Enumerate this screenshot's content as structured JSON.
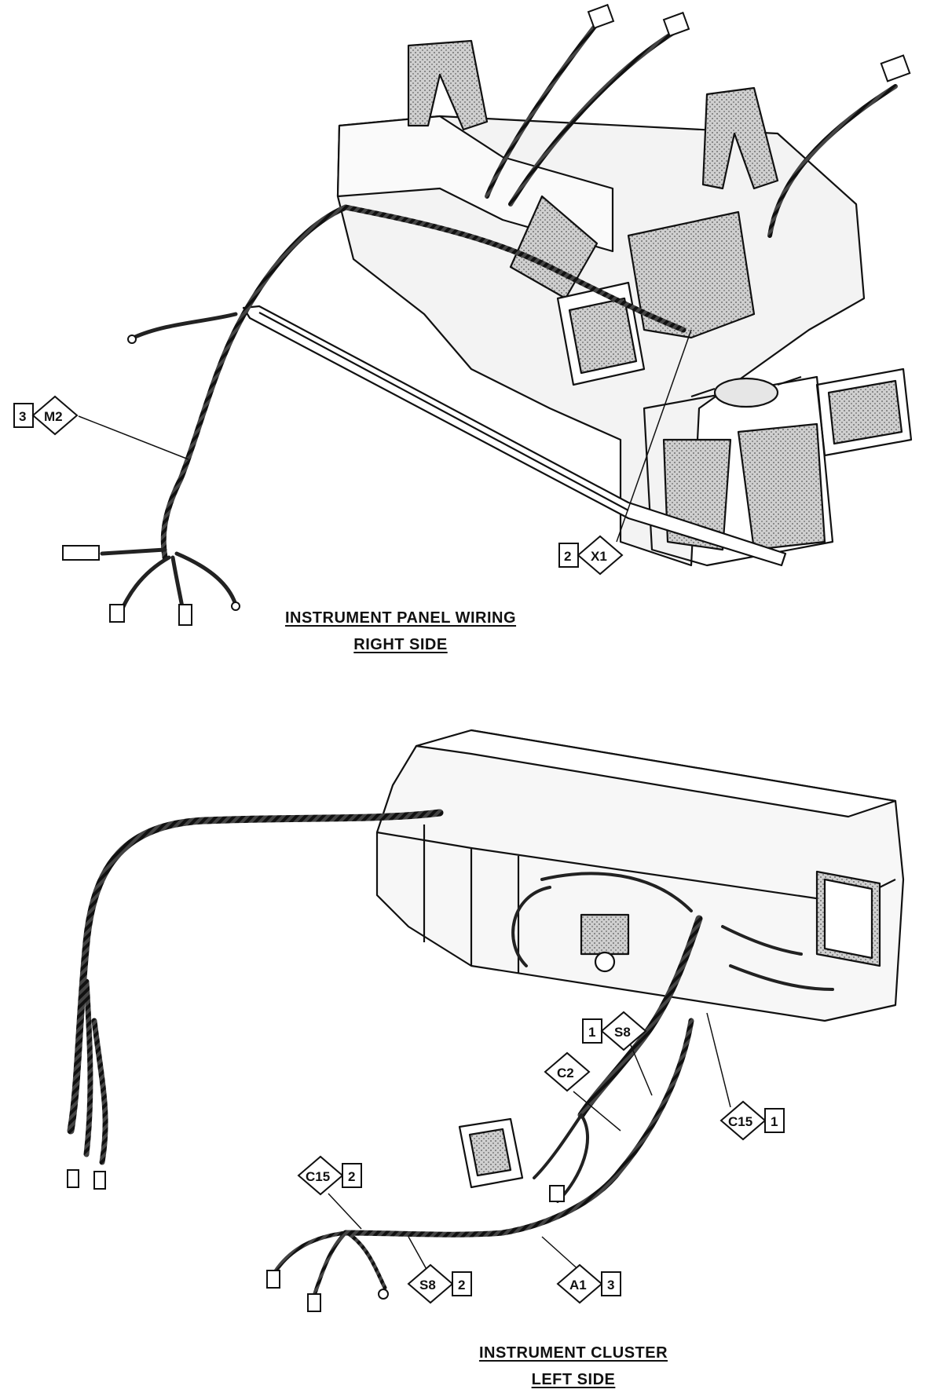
{
  "callouts": [
    {
      "id": "3-M2",
      "number": "3",
      "code": "M2"
    },
    {
      "id": "2-X1",
      "number": "2",
      "code": "X1"
    },
    {
      "id": "1-S8",
      "number": "1",
      "code": "S8"
    },
    {
      "id": "C2",
      "code": "C2"
    },
    {
      "id": "C15-1",
      "number": "1",
      "code": "C15"
    },
    {
      "id": "C15-2",
      "number": "2",
      "code": "C15"
    },
    {
      "id": "S8-2",
      "number": "2",
      "code": "S8"
    },
    {
      "id": "A1-3",
      "number": "3",
      "code": "A1"
    }
  ],
  "captions": {
    "right_side": {
      "line1": "INSTRUMENT PANEL WIRING",
      "line2": "RIGHT SIDE"
    },
    "left_side": {
      "line1": "INSTRUMENT CLUSTER",
      "line2": "LEFT SIDE"
    }
  }
}
